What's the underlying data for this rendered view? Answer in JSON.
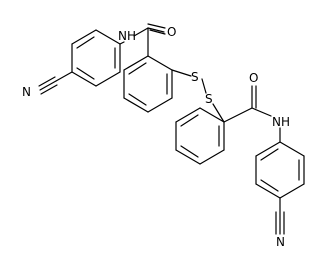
{
  "structure": {
    "atoms": [
      {
        "name": "amide-nh-top",
        "text": "N",
        "sub": "H"
      },
      {
        "name": "carbonyl-o-top",
        "text": "O"
      },
      {
        "name": "nitrile-n-left",
        "text": "N"
      },
      {
        "name": "sulfur-1",
        "text": "S"
      },
      {
        "name": "sulfur-2",
        "text": "S"
      },
      {
        "name": "carbonyl-o-bottom",
        "text": "O"
      },
      {
        "name": "amide-nh-bottom",
        "text": "N",
        "sub": "H"
      },
      {
        "name": "nitrile-n-bottom",
        "text": "N"
      }
    ]
  }
}
